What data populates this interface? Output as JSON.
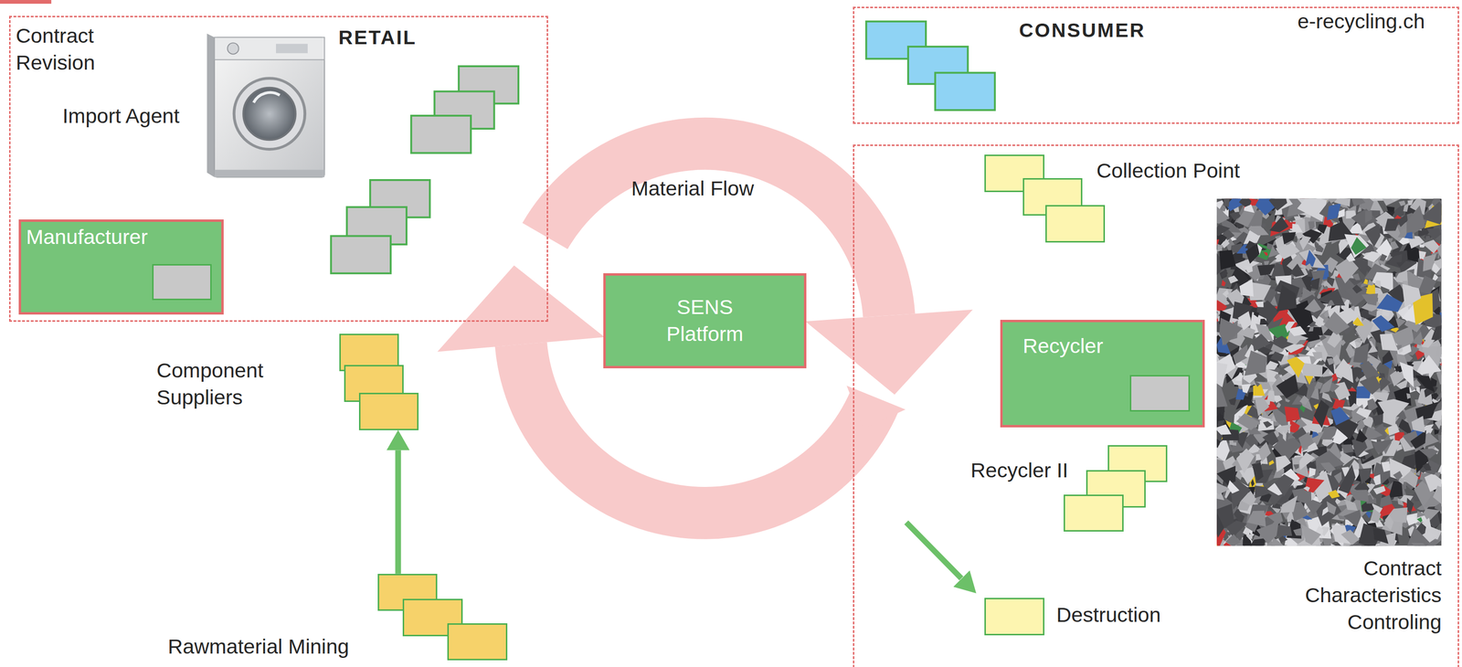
{
  "diagram": {
    "nodes": [
      {
        "text": [
          "Contract Revision",
          "RETAIL",
          "Import Agent"
        ]
      },
      {
        "text": [
          "Manufacturer"
        ],
        "in": 0
      },
      {
        "text": [
          "CONSUMER",
          "e-recycling.ch"
        ]
      },
      {
        "text": [
          "Contract Characteristics Controling"
        ]
      },
      {
        "text": [
          "Collection Point"
        ],
        "in": 3
      },
      {
        "text": [
          "Recycler"
        ],
        "in": 3
      },
      {
        "text": [
          "Recycler II"
        ],
        "in": 3
      },
      {
        "text": [
          "Destruction"
        ],
        "in": 3
      },
      {
        "text": [
          "SENS Platform"
        ]
      },
      {
        "text": [
          "Component Suppliers"
        ]
      },
      {
        "text": [
          "Rawmaterial Mining"
        ]
      }
    ],
    "edges": [
      {
        "from": 10,
        "to": 9,
        "arrow": "to"
      }
    ],
    "labels": [
      "Material Flow"
    ]
  }
}
